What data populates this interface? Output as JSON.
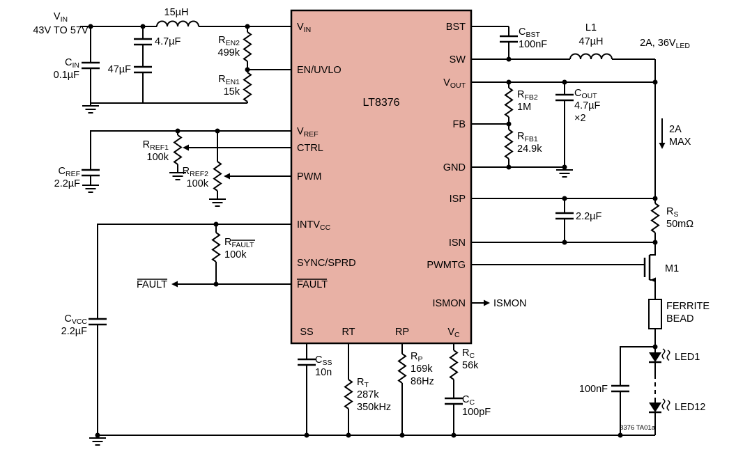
{
  "colors": {
    "ic_fill": "#e8b1a5"
  },
  "ic": {
    "name": "LT8376",
    "pins_left": [
      {
        "main": "V",
        "sub": "IN"
      },
      {
        "main": "EN/UVLO"
      },
      {
        "main": "V",
        "sub": "REF"
      },
      {
        "main": "CTRL"
      },
      {
        "main": "PWM"
      },
      {
        "main": "INTV",
        "sub": "CC"
      },
      {
        "main": "SYNC/SPRD"
      },
      {
        "main": "FAULT"
      }
    ],
    "pins_right": [
      {
        "main": "BST"
      },
      {
        "main": "SW"
      },
      {
        "main": "V",
        "sub": "OUT"
      },
      {
        "main": "FB"
      },
      {
        "main": "GND"
      },
      {
        "main": "ISP"
      },
      {
        "main": "ISN"
      },
      {
        "main": "PWMTG"
      },
      {
        "main": "ISMON"
      }
    ],
    "pins_bottom": [
      {
        "main": "SS"
      },
      {
        "main": "RT"
      },
      {
        "main": "RP"
      },
      {
        "main": "V",
        "sub": "C"
      }
    ]
  },
  "input": {
    "vin_main": "V",
    "vin_sub": "IN",
    "vin_range": "43V TO 57V",
    "lin_value": "15µH",
    "cf1_value": "4.7µF",
    "cf2_value": "47µF",
    "cin_ref_main": "C",
    "cin_ref_sub": "IN",
    "cin_value": "0.1µF",
    "ren2_ref_main": "R",
    "ren2_ref_sub": "EN2",
    "ren2_value": "499k",
    "ren1_ref_main": "R",
    "ren1_ref_sub": "EN1",
    "ren1_value": "15k"
  },
  "ref": {
    "rref1_ref_main": "R",
    "rref1_ref_sub": "REF1",
    "rref1_value": "100k",
    "rref2_ref_main": "R",
    "rref2_ref_sub": "REF2",
    "rref2_value": "100k",
    "cref_ref_main": "C",
    "cref_ref_sub": "REF",
    "cref_value": "2.2µF"
  },
  "fault": {
    "rfault_ref_main": "R",
    "rfault_ref_sub": "FAULT",
    "rfault_value": "100k",
    "out_label": "FAULT"
  },
  "vcc": {
    "cvcc_ref_main": "C",
    "cvcc_ref_sub": "VCC",
    "cvcc_value": "2.2µF"
  },
  "timing": {
    "css_ref_main": "C",
    "css_ref_sub": "SS",
    "css_value": "10n",
    "rt_ref_main": "R",
    "rt_ref_sub": "T",
    "rt_value": "287k",
    "rt_freq": "350kHz",
    "rp_ref_main": "R",
    "rp_ref_sub": "P",
    "rp_value": "169k",
    "rp_freq": "86Hz",
    "rc_ref_main": "R",
    "rc_ref_sub": "C",
    "rc_value": "56k",
    "cc_ref_main": "C",
    "cc_ref_sub": "C",
    "cc_value": "100pF"
  },
  "output": {
    "cbst_ref_main": "C",
    "cbst_ref_sub": "BST",
    "cbst_value": "100nF",
    "l1_ref": "L1",
    "l1_value": "47µH",
    "rating_main": "2A, 36V",
    "rating_sub": "LED",
    "rfb2_ref_main": "R",
    "rfb2_ref_sub": "FB2",
    "rfb2_value": "1M",
    "rfb1_ref_main": "R",
    "rfb1_ref_sub": "FB1",
    "rfb1_value": "24.9k",
    "cout_ref_main": "C",
    "cout_ref_sub": "OUT",
    "cout_value": "4.7µF",
    "cout_qty": "×2",
    "imax_line1": "2A",
    "imax_line2": "MAX",
    "cs_value": "2.2µF",
    "rs_ref_main": "R",
    "rs_ref_sub": "S",
    "rs_value": "50mΩ",
    "m1_ref": "M1",
    "ismon_label": "ISMON",
    "ferrite_line1": "FERRITE",
    "ferrite_line2": "BEAD",
    "cled_value": "100nF",
    "led1_ref": "LED1",
    "led12_ref": "LED12"
  },
  "footer": {
    "fig_id": "8376 TA01a"
  }
}
